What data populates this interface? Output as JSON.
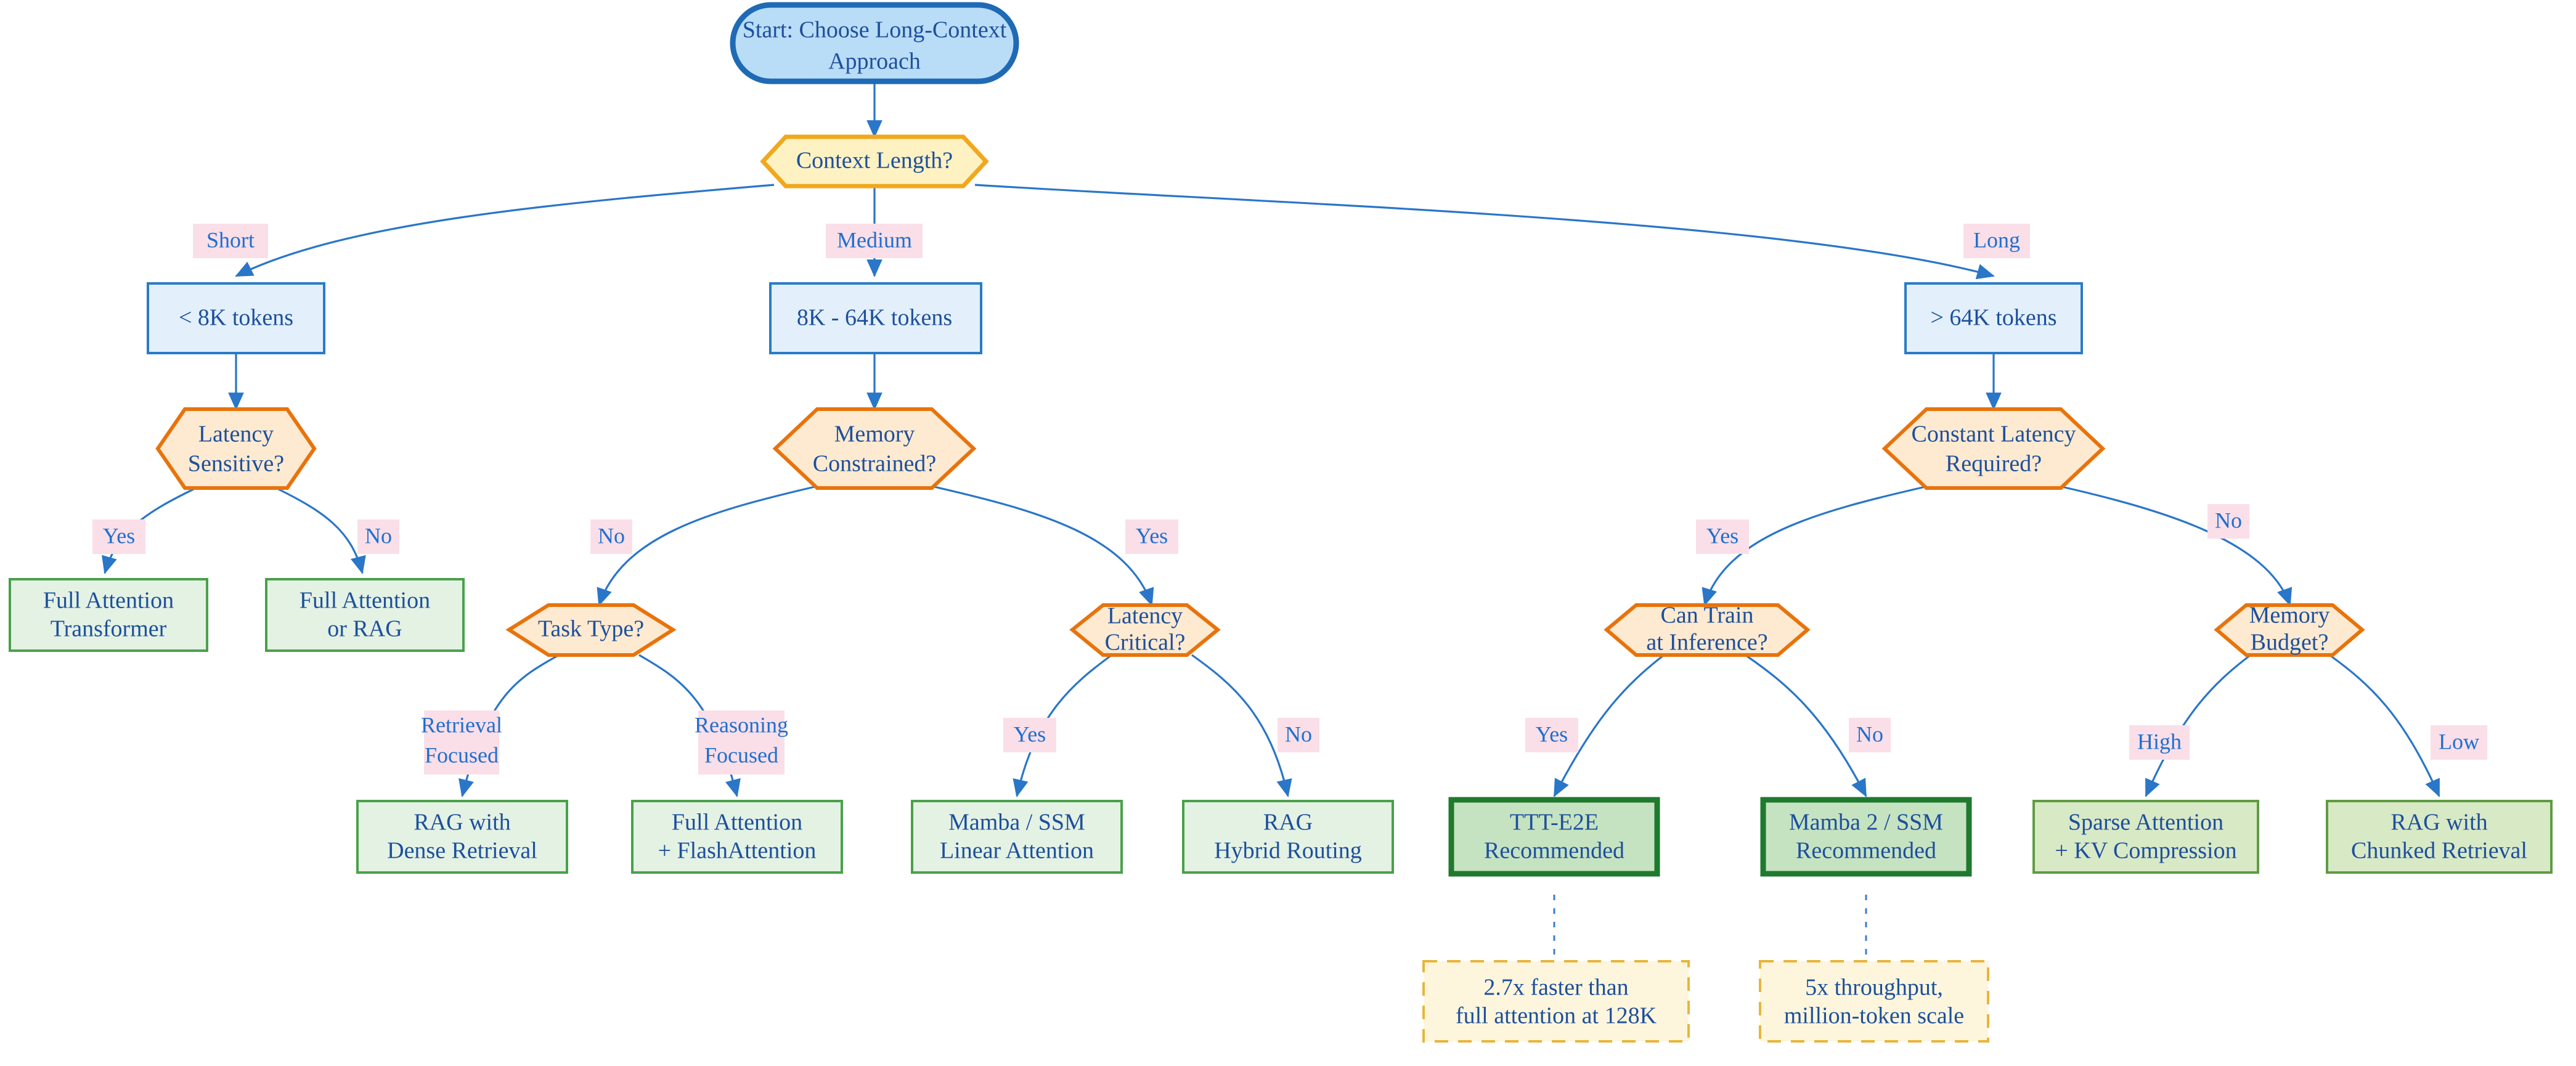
{
  "diagram": {
    "title": "Choose Long-Context Approach decision tree",
    "colors": {
      "start_fill": "#b9dcf7",
      "start_stroke": "#1f6ab5",
      "decision_fill": "#fff2c2",
      "decision_stroke": "#f0a81e",
      "question_fill": "#fdead0",
      "question_stroke": "#e8730c",
      "info_fill": "#e3f0fb",
      "info_stroke": "#2a7bc8",
      "result_fill": "#e4f2e4",
      "result_stroke": "#4aa14a",
      "result_alt_fill": "#d8e9c6",
      "result_alt_stroke": "#5f9b43",
      "recommended_fill": "#c6e3c1",
      "recommended_stroke": "#1f7a2e",
      "note_fill": "#fdf6dd",
      "note_stroke": "#e8b53c",
      "edge": "#2a76c8",
      "edge_label_bg": "#fadfe8",
      "text": "#1f6fd0"
    },
    "nodes": [
      {
        "id": "start",
        "label": "Start: Choose Long-Context\nApproach",
        "shape": "stadium",
        "style": "start"
      },
      {
        "id": "ctxlen",
        "label": "Context Length?",
        "shape": "hexflat",
        "style": "decision"
      },
      {
        "id": "short",
        "label": "< 8K tokens",
        "shape": "rect",
        "style": "info"
      },
      {
        "id": "medium",
        "label": "8K - 64K tokens",
        "shape": "rect",
        "style": "info"
      },
      {
        "id": "long",
        "label": "> 64K tokens",
        "shape": "rect",
        "style": "info"
      },
      {
        "id": "latsens",
        "label": "Latency\nSensitive?",
        "shape": "hex",
        "style": "question"
      },
      {
        "id": "memcon",
        "label": "Memory\nConstrained?",
        "shape": "hex",
        "style": "question"
      },
      {
        "id": "constlat",
        "label": "Constant Latency\nRequired?",
        "shape": "hex",
        "style": "question"
      },
      {
        "id": "fullattn",
        "label": "Full Attention\nTransformer",
        "shape": "rect",
        "style": "result"
      },
      {
        "id": "fullattnrag",
        "label": "Full Attention\nor RAG",
        "shape": "rect",
        "style": "result"
      },
      {
        "id": "tasktype",
        "label": "Task Type?",
        "shape": "hex",
        "style": "question"
      },
      {
        "id": "latcrit",
        "label": "Latency\nCritical?",
        "shape": "hex",
        "style": "question"
      },
      {
        "id": "cantrain",
        "label": "Can Train\nat Inference?",
        "shape": "hex",
        "style": "question"
      },
      {
        "id": "membudget",
        "label": "Memory\nBudget?",
        "shape": "hex",
        "style": "question"
      },
      {
        "id": "ragdense",
        "label": "RAG with\nDense Retrieval",
        "shape": "rect",
        "style": "result"
      },
      {
        "id": "flashattn",
        "label": "Full Attention\n+ FlashAttention",
        "shape": "rect",
        "style": "result"
      },
      {
        "id": "mambalin",
        "label": "Mamba / SSM\nLinear Attention",
        "shape": "rect",
        "style": "result"
      },
      {
        "id": "raghybrid",
        "label": "RAG\nHybrid Routing",
        "shape": "rect",
        "style": "result"
      },
      {
        "id": "ttte2e",
        "label": "TTT-E2E\nRecommended",
        "shape": "rect",
        "style": "recommended"
      },
      {
        "id": "mamba2",
        "label": "Mamba 2 / SSM\nRecommended",
        "shape": "rect",
        "style": "recommended"
      },
      {
        "id": "sparseattn",
        "label": "Sparse Attention\n+ KV Compression",
        "shape": "rect",
        "style": "result_alt"
      },
      {
        "id": "ragchunked",
        "label": "RAG with\nChunked Retrieval",
        "shape": "rect",
        "style": "result_alt"
      },
      {
        "id": "note_ttt",
        "label": "2.7x faster than\nfull attention at 128K",
        "shape": "rect",
        "style": "note"
      },
      {
        "id": "note_mamba",
        "label": "5x throughput,\nmillion-token scale",
        "shape": "rect",
        "style": "note"
      }
    ],
    "edge_labels": [
      {
        "id": "lbl_short",
        "text": "Short"
      },
      {
        "id": "lbl_medium",
        "text": "Medium"
      },
      {
        "id": "lbl_long",
        "text": "Long"
      },
      {
        "id": "lbl_ls_yes",
        "text": "Yes"
      },
      {
        "id": "lbl_ls_no",
        "text": "No"
      },
      {
        "id": "lbl_mc_no",
        "text": "No"
      },
      {
        "id": "lbl_mc_yes",
        "text": "Yes"
      },
      {
        "id": "lbl_tt_retr",
        "text": "Retrieval\nFocused"
      },
      {
        "id": "lbl_tt_reas",
        "text": "Reasoning\nFocused"
      },
      {
        "id": "lbl_lc_yes",
        "text": "Yes"
      },
      {
        "id": "lbl_lc_no",
        "text": "No"
      },
      {
        "id": "lbl_cl_yes",
        "text": "Yes"
      },
      {
        "id": "lbl_cl_no",
        "text": "No"
      },
      {
        "id": "lbl_ct_yes",
        "text": "Yes"
      },
      {
        "id": "lbl_ct_no",
        "text": "No"
      },
      {
        "id": "lbl_mb_high",
        "text": "High"
      },
      {
        "id": "lbl_mb_low",
        "text": "Low"
      }
    ],
    "edges": [
      {
        "from": "start",
        "to": "ctxlen",
        "label": ""
      },
      {
        "from": "ctxlen",
        "to": "short",
        "label": "Short"
      },
      {
        "from": "ctxlen",
        "to": "medium",
        "label": "Medium"
      },
      {
        "from": "ctxlen",
        "to": "long",
        "label": "Long"
      },
      {
        "from": "short",
        "to": "latsens",
        "label": ""
      },
      {
        "from": "medium",
        "to": "memcon",
        "label": ""
      },
      {
        "from": "long",
        "to": "constlat",
        "label": ""
      },
      {
        "from": "latsens",
        "to": "fullattn",
        "label": "Yes"
      },
      {
        "from": "latsens",
        "to": "fullattnrag",
        "label": "No"
      },
      {
        "from": "memcon",
        "to": "tasktype",
        "label": "No"
      },
      {
        "from": "memcon",
        "to": "latcrit",
        "label": "Yes"
      },
      {
        "from": "tasktype",
        "to": "ragdense",
        "label": "Retrieval Focused"
      },
      {
        "from": "tasktype",
        "to": "flashattn",
        "label": "Reasoning Focused"
      },
      {
        "from": "latcrit",
        "to": "mambalin",
        "label": "Yes"
      },
      {
        "from": "latcrit",
        "to": "raghybrid",
        "label": "No"
      },
      {
        "from": "constlat",
        "to": "cantrain",
        "label": "Yes"
      },
      {
        "from": "constlat",
        "to": "membudget",
        "label": "No"
      },
      {
        "from": "cantrain",
        "to": "ttte2e",
        "label": "Yes"
      },
      {
        "from": "cantrain",
        "to": "mamba2",
        "label": "No"
      },
      {
        "from": "membudget",
        "to": "sparseattn",
        "label": "High"
      },
      {
        "from": "membudget",
        "to": "ragchunked",
        "label": "Low"
      },
      {
        "from": "ttte2e",
        "to": "note_ttt",
        "label": "",
        "style": "dotted"
      },
      {
        "from": "mamba2",
        "to": "note_mamba",
        "label": "",
        "style": "dotted"
      }
    ]
  }
}
